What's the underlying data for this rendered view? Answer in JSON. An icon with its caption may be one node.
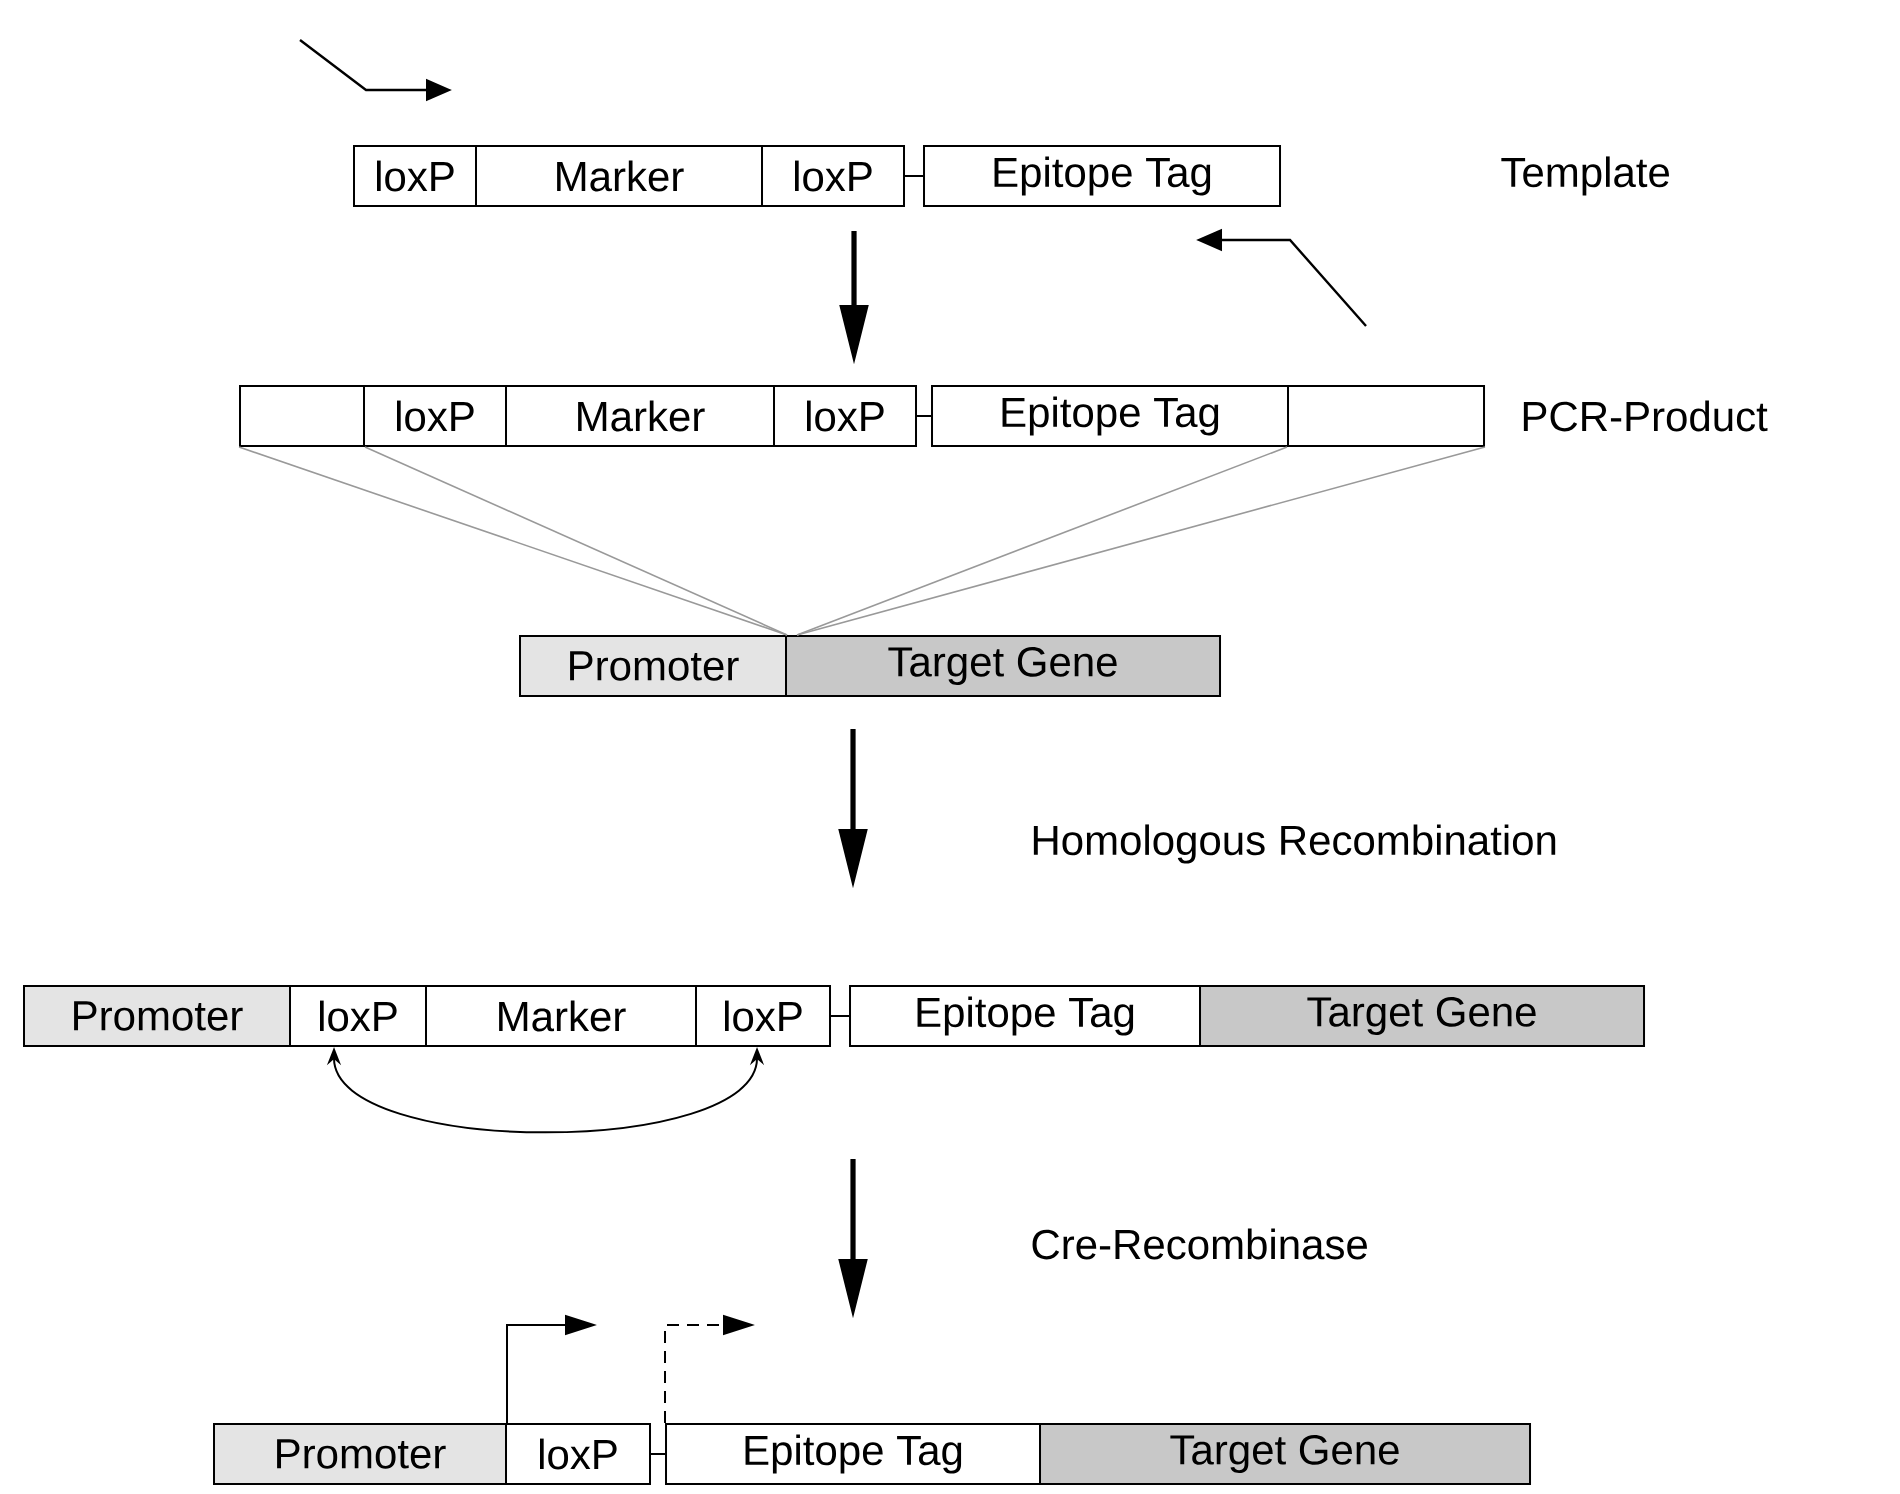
{
  "diagram": {
    "nodes": [
      {
        "text": [
          "loxP"
        ]
      },
      {
        "text": [
          "Marker"
        ]
      },
      {
        "text": [
          "loxP"
        ]
      },
      {
        "text": [
          "Epitope Tag"
        ]
      },
      {
        "text": [],
        "shape": "box"
      },
      {
        "text": [
          "loxP"
        ]
      },
      {
        "text": [
          "Marker"
        ]
      },
      {
        "text": [
          "loxP"
        ]
      },
      {
        "text": [
          "Epitope Tag"
        ]
      },
      {
        "text": [],
        "shape": "box"
      },
      {
        "text": [
          "Promoter"
        ]
      },
      {
        "text": [
          "Target Gene"
        ]
      },
      {
        "text": [
          "Promoter"
        ]
      },
      {
        "text": [
          "loxP"
        ]
      },
      {
        "text": [
          "Marker"
        ]
      },
      {
        "text": [
          "loxP"
        ]
      },
      {
        "text": [
          "Epitope Tag"
        ]
      },
      {
        "text": [
          "Target Gene"
        ]
      },
      {
        "text": [
          "Promoter"
        ]
      },
      {
        "text": [
          "loxP"
        ]
      },
      {
        "text": [
          "Epitope Tag"
        ]
      },
      {
        "text": [
          "Target Gene"
        ]
      }
    ],
    "edges": [
      {
        "from": 2,
        "to": 7,
        "arrow": "to",
        "style": "thick"
      },
      {
        "from": 4,
        "to": 10,
        "arrow": "none",
        "color": "#999999"
      },
      {
        "from": 4,
        "to": 10,
        "arrow": "none",
        "color": "#999999"
      },
      {
        "from": 9,
        "to": 11,
        "arrow": "none",
        "color": "#999999"
      },
      {
        "from": 9,
        "to": 11,
        "arrow": "none",
        "color": "#999999"
      },
      {
        "from": 11,
        "to": 16,
        "arrow": "to",
        "style": "thick"
      },
      {
        "from": 13,
        "to": 15,
        "arrow": "both"
      },
      {
        "from": 16,
        "to": 20,
        "arrow": "to",
        "style": "thick"
      },
      {
        "from": 18,
        "to": null,
        "arrow": "to"
      },
      {
        "from": 20,
        "to": null,
        "arrow": "to",
        "style": "dashed"
      },
      {
        "from": 2,
        "to": 3,
        "arrow": "none"
      },
      {
        "from": 7,
        "to": 8,
        "arrow": "none"
      },
      {
        "from": 15,
        "to": 16,
        "arrow": "none"
      },
      {
        "from": 19,
        "to": 20,
        "arrow": "none"
      }
    ],
    "labels": [
      "Template",
      "PCR-Product",
      "Homologous Recombination",
      "Cre-Recombinase"
    ]
  }
}
